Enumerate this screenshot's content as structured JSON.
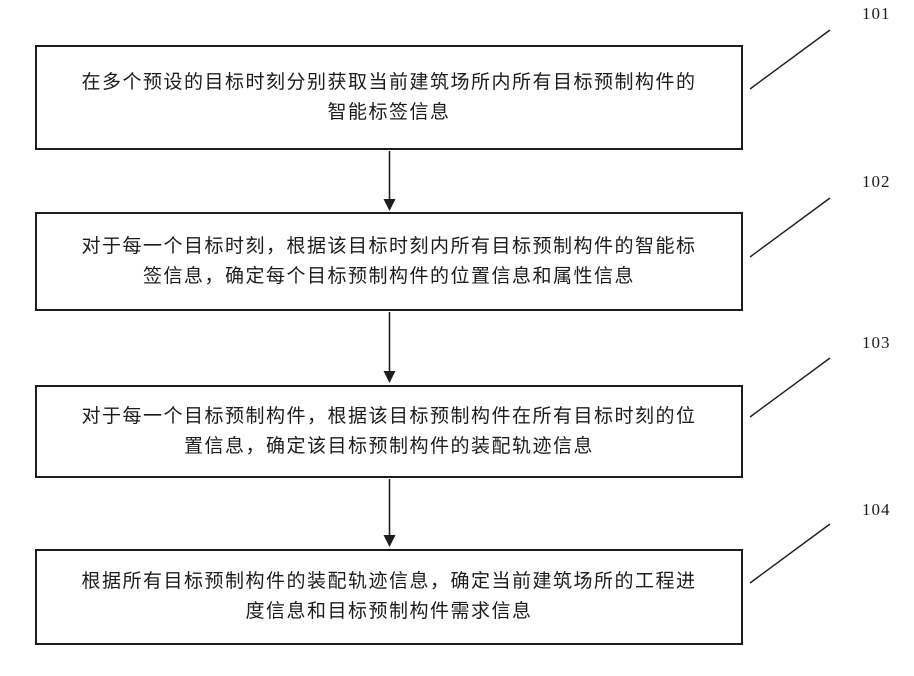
{
  "figure": {
    "type": "flowchart",
    "ink_color": "#1c1c1c",
    "background_color": "#ffffff"
  },
  "steps": [
    {
      "label": "101",
      "lines": [
        "在多个预设的目标时刻分别获取当前建筑场所内所有目标预制构件的",
        "智能标签信息"
      ]
    },
    {
      "label": "102",
      "lines": [
        "对于每一个目标时刻，根据该目标时刻内所有目标预制构件的智能标",
        "签信息，确定每个目标预制构件的位置信息和属性信息"
      ]
    },
    {
      "label": "103",
      "lines": [
        "对于每一个目标预制构件，根据该目标预制构件在所有目标时刻的位",
        "置信息，确定该目标预制构件的装配轨迹信息"
      ]
    },
    {
      "label": "104",
      "lines": [
        "根据所有目标预制构件的装配轨迹信息，确定当前建筑场所的工程进",
        "度信息和目标预制构件需求信息"
      ]
    }
  ]
}
